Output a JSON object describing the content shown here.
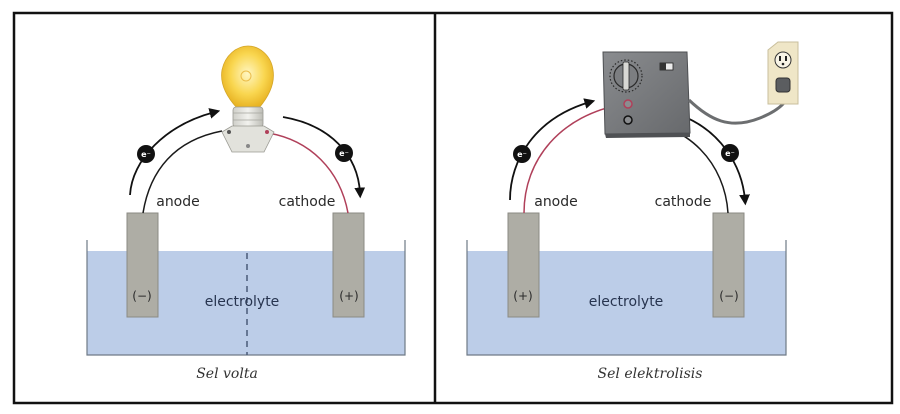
{
  "panels": [
    {
      "id": "voltaic",
      "caption": "Sel volta",
      "device": "light-bulb",
      "anode_label": "anode",
      "cathode_label": "cathode",
      "electrolyte_label": "electrolyte",
      "anode_sign": "(−)",
      "cathode_sign": "(+)",
      "electron_label": "e⁻",
      "has_salt_bridge_divider": true
    },
    {
      "id": "electrolytic",
      "caption": "Sel elektrolisis",
      "device": "power-supply",
      "anode_label": "anode",
      "cathode_label": "cathode",
      "electrolyte_label": "electrolyte",
      "anode_sign": "(+)",
      "cathode_sign": "(−)",
      "electron_label": "e⁻",
      "has_salt_bridge_divider": false
    }
  ],
  "colors": {
    "electrolyte": "#bccde8",
    "electrode": "#aeada5",
    "positive_wire": "#b0405a",
    "negative_wire": "#1a1a1a",
    "bulb_glow": "#f7d24a",
    "power_supply": "#75777a",
    "outlet": "#efe6c7",
    "border": "#111111"
  }
}
